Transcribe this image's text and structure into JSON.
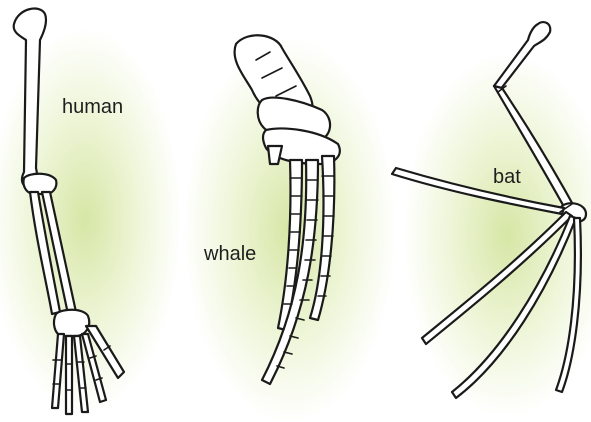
{
  "labels": {
    "human": "human",
    "whale": "whale",
    "bat": "bat"
  },
  "colors": {
    "glow": "#d9e9a6",
    "bone_fill": "#ffffff",
    "bone_outline": "#1a1a1a",
    "text": "#1e1e1e"
  }
}
